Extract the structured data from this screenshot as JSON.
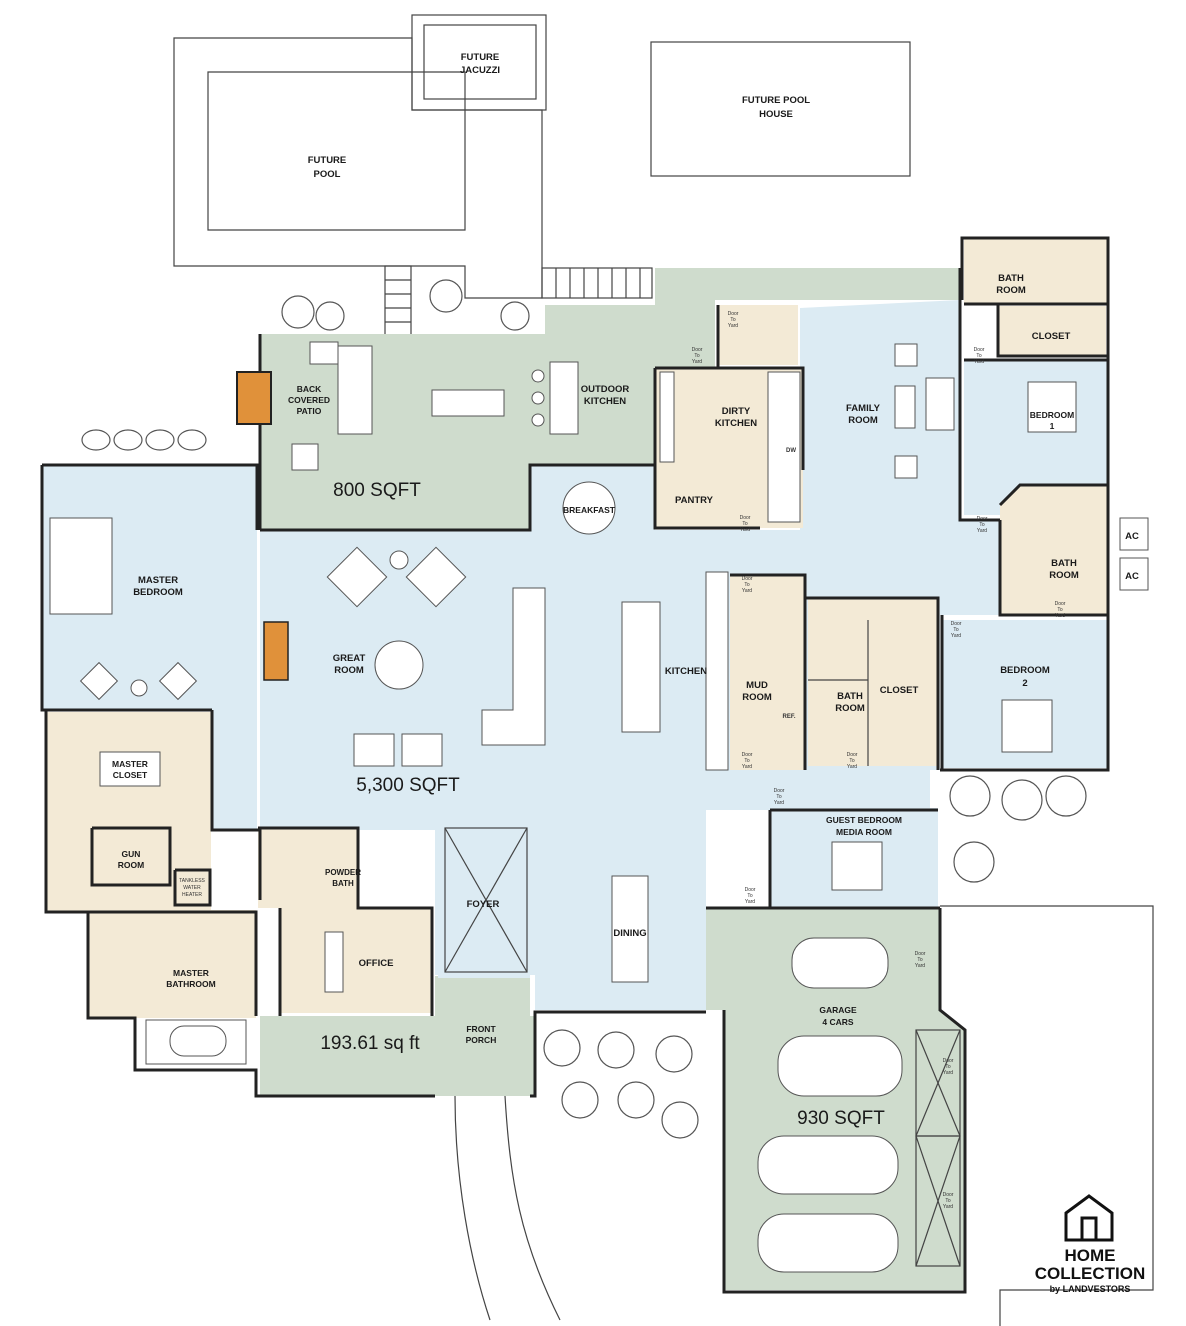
{
  "rooms": {
    "future_jacuzzi": [
      "FUTURE",
      "JACUZZI"
    ],
    "future_pool_house": [
      "FUTURE POOL",
      "HOUSE"
    ],
    "future_pool": [
      "FUTURE",
      "POOL"
    ],
    "bath_room_top": [
      "BATH",
      "ROOM"
    ],
    "closet_top": "CLOSET",
    "back_covered_patio": [
      "BACK",
      "COVERED",
      "PATIO"
    ],
    "outdoor_kitchen": [
      "OUTDOOR",
      "KITCHEN"
    ],
    "dirty_kitchen": [
      "DIRTY",
      "KITCHEN"
    ],
    "family_room": [
      "FAMILY",
      "ROOM"
    ],
    "bedroom_1": [
      "BEDROOM",
      "1"
    ],
    "pantry": "PANTRY",
    "breakfast": "BREAKFAST",
    "bath_room_mid": [
      "BATH",
      "ROOM"
    ],
    "master_bedroom": [
      "MASTER",
      "BEDROOM"
    ],
    "great_room": [
      "GREAT",
      "ROOM"
    ],
    "kitchen": "KITCHEN",
    "mud_room": [
      "MUD",
      "ROOM"
    ],
    "bath_room_center": [
      "BATH",
      "ROOM"
    ],
    "closet_center": "CLOSET",
    "bedroom_2": [
      "BEDROOM",
      "2"
    ],
    "master_closet": [
      "MASTER",
      "CLOSET"
    ],
    "gun_room": [
      "GUN",
      "ROOM"
    ],
    "tankless_water_heater": [
      "TANKLESS",
      "WATER",
      "HEATER"
    ],
    "powder_bath": [
      "POWDER",
      "BATH"
    ],
    "foyer": "FOYER",
    "dining": "DINING",
    "guest_bedroom": [
      "GUEST BEDROOM",
      "MEDIA ROOM"
    ],
    "master_bathroom": [
      "MASTER",
      "BATHROOM"
    ],
    "office": "OFFICE",
    "front_porch": [
      "FRONT",
      "PORCH"
    ],
    "garage": [
      "GARAGE",
      "4 CARS"
    ]
  },
  "areas": {
    "patio": "800 SQFT",
    "main": "5,300 SQFT",
    "porch": "193.61 sq ft",
    "garage": "930 SQFT"
  },
  "equipment": {
    "ac_1": "AC",
    "ac_2": "AC",
    "dw": "DW",
    "ref": "REF."
  },
  "door_label": [
    "Door",
    "To",
    "Yard"
  ],
  "brand": {
    "line1": "HOME",
    "line2": "COLLECTION",
    "line3": "by LANDVESTORS"
  },
  "colors": {
    "living": "#dcebf3",
    "outdoor": "#cfdccd",
    "service": "#f3ead6",
    "wall": "#222222"
  }
}
